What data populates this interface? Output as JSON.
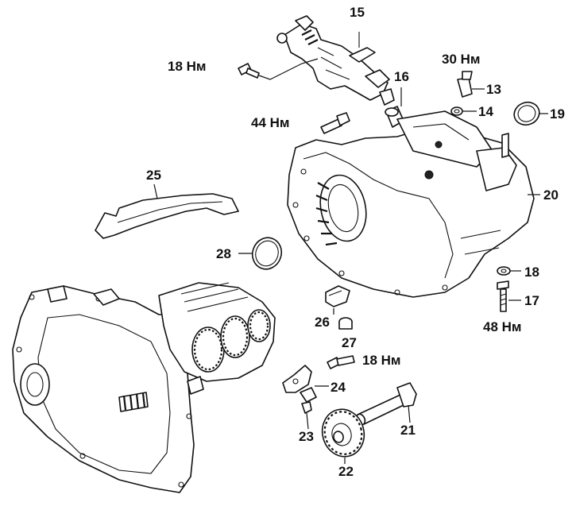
{
  "labels": {
    "p13": "13",
    "p14": "14",
    "p15": "15",
    "p16": "16",
    "p17": "17",
    "p18": "18",
    "p19": "19",
    "p20": "20",
    "p21": "21",
    "p22": "22",
    "p23": "23",
    "p24": "24",
    "p25": "25",
    "p26": "26",
    "p27": "27",
    "p28": "28"
  },
  "torques": {
    "bolt_15": "18 Нм",
    "bolt_44": "44 Нм",
    "switch_13": "30 Нм",
    "bolt_24": "18 Нм",
    "bolt_17": "48 Нм"
  }
}
